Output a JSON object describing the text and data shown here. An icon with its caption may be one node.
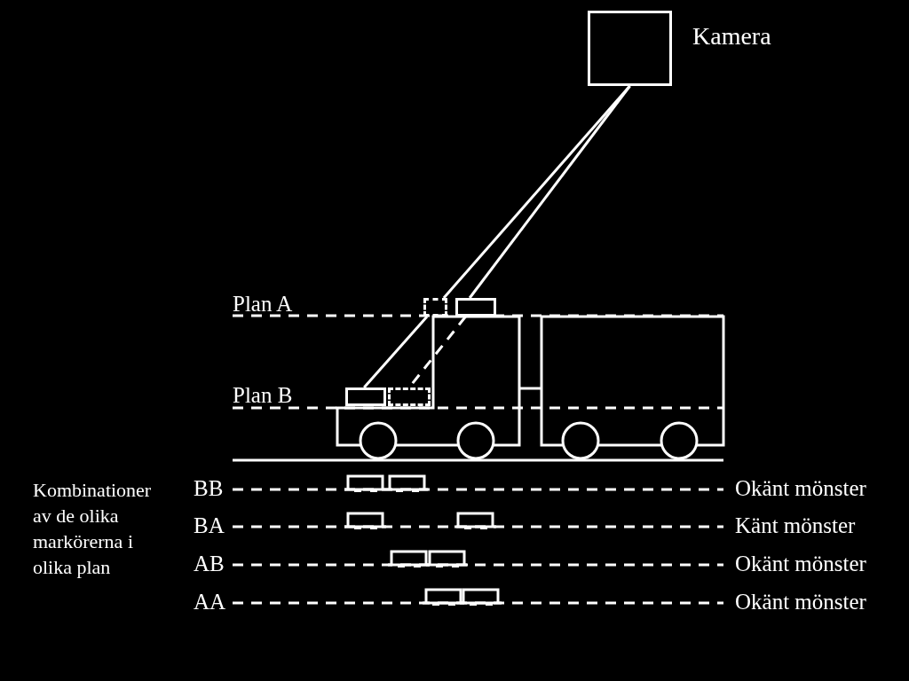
{
  "diagram": {
    "nodes": [
      {
        "text": [
          "Kamera"
        ]
      },
      {
        "text": [],
        "shape": "box"
      },
      {
        "text": [],
        "shape": "box"
      },
      {
        "text": [],
        "shape": "box"
      },
      {
        "text": [],
        "shape": "box"
      }
    ],
    "edges": [
      {
        "from": 0,
        "to": 3,
        "arrow": "none"
      },
      {
        "from": 3,
        "to": 1,
        "arrow": "none"
      },
      {
        "from": 0,
        "to": 2,
        "arrow": "none"
      },
      {
        "from": 2,
        "to": 4,
        "arrow": "none",
        "style": "dashed"
      }
    ],
    "labels": [
      "Plan A",
      "Plan B",
      "Kombinationer av de olika markörerna i olika plan",
      "BB",
      "Okänt mönster",
      "BA",
      "Känt mönster",
      "AB",
      "Okänt mönster",
      "AA",
      "Okänt mönster"
    ]
  }
}
